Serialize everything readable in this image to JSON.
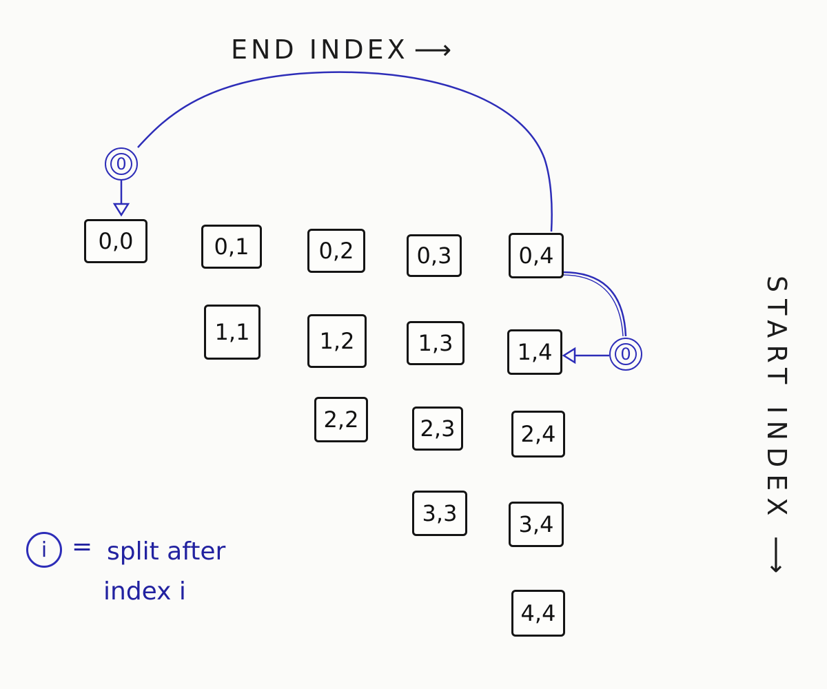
{
  "axes": {
    "end_label": "END INDEX",
    "end_arrow": "⟶",
    "start_label": "START INDEX",
    "start_arrow": "⟶"
  },
  "cells": [
    {
      "label": "0,0"
    },
    {
      "label": "0,1"
    },
    {
      "label": "0,2"
    },
    {
      "label": "0,3"
    },
    {
      "label": "0,4"
    },
    {
      "label": "1,1"
    },
    {
      "label": "1,2"
    },
    {
      "label": "1,3"
    },
    {
      "label": "1,4"
    },
    {
      "label": "2,2"
    },
    {
      "label": "2,3"
    },
    {
      "label": "2,4"
    },
    {
      "label": "3,3"
    },
    {
      "label": "3,4"
    },
    {
      "label": "4,4"
    }
  ],
  "split_nodes": [
    {
      "label": "0"
    },
    {
      "label": "0"
    }
  ],
  "legend": {
    "symbol": "i",
    "equals": "=",
    "line1": "split after",
    "line2": "index i"
  },
  "colors": {
    "ink": "#141414",
    "pen_blue": "#2d2db8"
  }
}
